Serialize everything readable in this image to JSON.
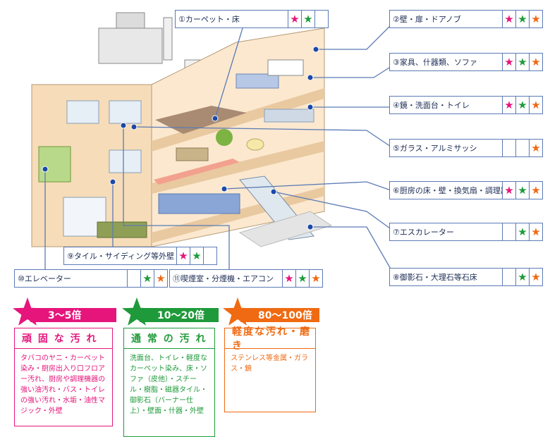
{
  "labels": [
    {
      "num": "①",
      "text": "カーペット・床",
      "stars": [
        "pink",
        "green",
        ""
      ]
    },
    {
      "num": "②",
      "text": "壁・扉・ドアノブ",
      "stars": [
        "pink",
        "green",
        "orange"
      ]
    },
    {
      "num": "③",
      "text": "家具、什器類、ソファ",
      "stars": [
        "pink",
        "green",
        "orange"
      ]
    },
    {
      "num": "④",
      "text": "鏡・洗面台・トイレ",
      "stars": [
        "pink",
        "green",
        "orange"
      ]
    },
    {
      "num": "⑤",
      "text": "ガラス・アルミサッシ",
      "stars": [
        "",
        "",
        "orange"
      ]
    },
    {
      "num": "⑥",
      "text": "厨房の床・壁・換気扇・調理器具",
      "stars": [
        "pink",
        "green",
        "orange"
      ]
    },
    {
      "num": "⑦",
      "text": "エスカレーター",
      "stars": [
        "",
        "green",
        "orange"
      ]
    },
    {
      "num": "⑧",
      "text": "御影石・大理石等石床",
      "stars": [
        "",
        "green",
        "orange"
      ]
    },
    {
      "num": "⑨",
      "text": "タイル・サイディング等外壁",
      "stars": [
        "pink",
        "green",
        ""
      ]
    },
    {
      "num": "⑩",
      "text": "エレベーター",
      "stars": [
        "",
        "green",
        "orange"
      ]
    },
    {
      "num": "⑪",
      "text": "喫煙室・分煙機・エアコン",
      "stars": [
        "pink",
        "green",
        "orange"
      ]
    }
  ],
  "categories": [
    {
      "range": "3～5倍",
      "title": "頑 固 な 汚 れ",
      "description": "タバコのヤニ・カーペット染み・厨房出入り口フロアー汚れ、厨房や調理機器の強い油汚れ・バス・トイレの強い汚れ・水垢・油性マジック・外壁",
      "color": "#e5157b"
    },
    {
      "range": "10～20倍",
      "title": "通 常 の 汚 れ",
      "description": "洗面台、トイレ・軽度なカーペット染み、床・ソファ（皮他）・スチール・樹脂・磁器タイル・御影石（バーナー仕上）・壁面・什器・外壁",
      "color": "#1f9a3a"
    },
    {
      "range": "80～100倍",
      "title": "軽度な汚れ・磨き",
      "description": "ステンレス等金属・ガラス・鏡",
      "color": "#ef6a12"
    }
  ],
  "colors": {
    "pink": "#e5157b",
    "green": "#1f9a3a",
    "orange": "#ef6a12",
    "line": "#5b7bb5",
    "building": "#f6dcb8"
  }
}
